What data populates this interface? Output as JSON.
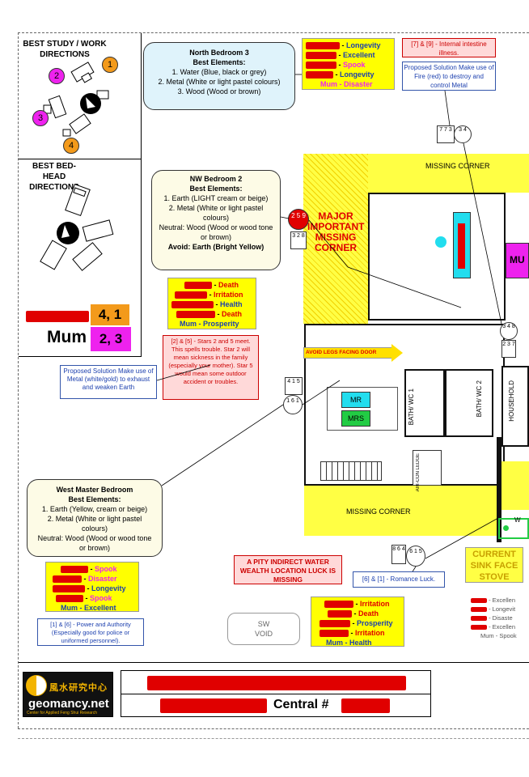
{
  "colors": {
    "yellow": "#ffff00",
    "magenta": "#ee22ee",
    "orange": "#f39a1b",
    "blue_light": "#dff3fb",
    "cream": "#fdfbe6",
    "cyan": "#22ddee",
    "green": "#22cc44",
    "red": "#e00000"
  },
  "left_panel": {
    "study_title": "BEST STUDY / WORK DIRECTIONS",
    "study_dirs": [
      "1",
      "2",
      "3",
      "4"
    ],
    "bedhead_title": "BEST BED-HEAD DIRECTIONS",
    "person1_values": "4, 1",
    "person2_name": "Mum",
    "person2_values": "2, 3"
  },
  "north_bedroom": {
    "title": "North Bedroom 3",
    "subtitle": "Best Elements:",
    "items": [
      "1. Water (Blue, black or grey)",
      "2. Metal (White or light pastel colours)",
      "3. Wood (Wood  or brown)"
    ]
  },
  "north_luck": {
    "rows": [
      {
        "text": "Longevity",
        "color": "#1b3fae"
      },
      {
        "text": "Excellent",
        "color": "#1b3fae"
      },
      {
        "text": "Spook",
        "color": "#ee22ee"
      },
      {
        "text": "Longevity",
        "color": "#1b3fae"
      }
    ],
    "mum_row": "Mum -  Disaster"
  },
  "north_notes": {
    "warning": "[7] & [9] - Internal intestine illness.",
    "solution": "Proposed Solution Make use of Fire (red) to destroy and control Metal"
  },
  "nw_bedroom": {
    "title": "NW Bedroom 2",
    "subtitle": "Best Elements:",
    "items": [
      "1. Earth (LIGHT cream or beige)",
      "2. Metal (White or light pastel colours)",
      "Neutral: Wood (Wood or wood tone or brown)"
    ],
    "avoid": "Avoid: Earth (Bright Yellow)"
  },
  "nw_luck": {
    "rows": [
      {
        "text": "Death",
        "color": "#e00000"
      },
      {
        "text": "Irritation",
        "color": "#e00000"
      },
      {
        "text": "Health",
        "color": "#1b3fae"
      },
      {
        "text": "Death",
        "color": "#e00000"
      }
    ],
    "mum_row": "Mum -  Prosperity"
  },
  "nw_warning": "[2] & [5] - Stars 2 and 5 meet. This spells trouble. Star 2 will mean sickness in the family (especially your mother). Star 5 would mean some outdoor accident or troubles.",
  "nw_solution": "Proposed Solution Make use of Metal (white/gold) to exhaust and weaken Earth",
  "west_master": {
    "title": "West Master Bedroom",
    "subtitle": "Best Elements:",
    "items": [
      "1. Earth (Yellow, cream or beige)",
      "2. Metal (White or light pastel colours)",
      "Neutral: Wood (Wood or wood tone or brown)"
    ]
  },
  "west_luck": {
    "rows": [
      {
        "text": "Spook",
        "color": "#ee22ee"
      },
      {
        "text": "Disaster",
        "color": "#ee22ee"
      },
      {
        "text": "Longevity",
        "color": "#1b3fae"
      },
      {
        "text": "Spook",
        "color": "#ee22ee"
      }
    ],
    "mum_row": "Mum -  Excellent"
  },
  "west_note": "[1] & [6] - Power and Authority (Especially good for police or uniformed personnel).",
  "plan": {
    "missing_corner_top": "MISSING CORNER",
    "missing_corner_bottom": "MISSING CORNER",
    "major_missing": "MAJOR IMPORTANT MISSING CORNER",
    "avoid_legs": "AVOID LEGS FACING DOOR",
    "mr": "MR",
    "mrs": "MRS",
    "bath_wc1": "BATH/ WC 1",
    "bath_wc2": "BATH/ WC 2",
    "household": "HOUSEHOLD",
    "air_con": "AIR-CON LEDGE",
    "mu": "MU",
    "w": "W"
  },
  "stars": {
    "n_top": "7 7 3",
    "n_right": "3 4",
    "nw_circle": "2 5 9",
    "nw_box": "3 2 8",
    "e_circle": "3 4 8",
    "e_box": "2 3 7",
    "w_box": "4 1 5",
    "w_circle": "1 6 1",
    "sw_box": "8 6 4",
    "sw_circle": "6 1 5"
  },
  "bottom_notes": {
    "pity": "A PITY INDIRECT WATER WEALTH LOCATION LUCK IS MISSING",
    "romance": "[6] & [1] - Romance Luck.",
    "sw_void": "SW VOID",
    "sink": "CURRENT SINK FACE STOVE"
  },
  "sw_luck": {
    "rows": [
      {
        "text": "Irritation",
        "color": "#e00000"
      },
      {
        "text": "Death",
        "color": "#e00000"
      },
      {
        "text": "Prosperity",
        "color": "#1b3fae"
      },
      {
        "text": "Irritation",
        "color": "#e00000"
      }
    ],
    "mum_row": "Mum -  Health"
  },
  "edge_luck": [
    "Excellen",
    "Longevit",
    "Disaste",
    "Excellen",
    "Mum - Spook"
  ],
  "footer": {
    "logo_cn": "風水研究中心",
    "logo_site": "geomancy.net",
    "logo_sub": "Center for Applied Feng Shui Research",
    "address": "Central #"
  }
}
